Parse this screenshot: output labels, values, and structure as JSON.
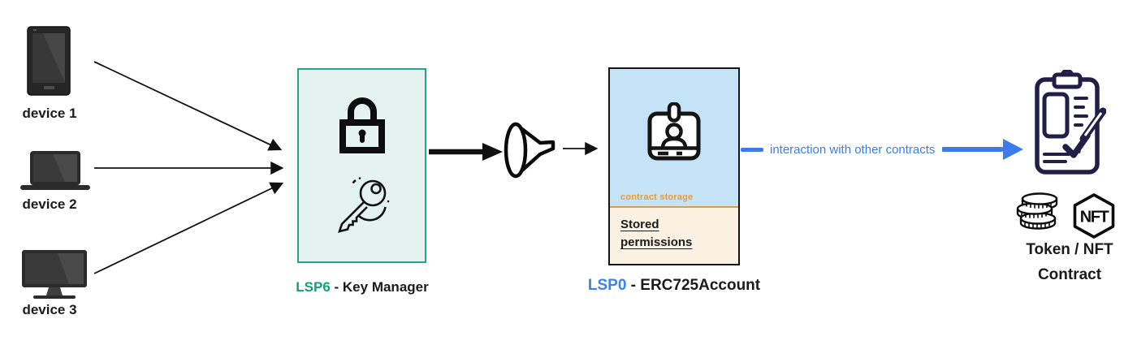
{
  "diagram": {
    "devices": [
      {
        "label": "device 1",
        "icon": "smartphone-icon"
      },
      {
        "label": "device 2",
        "icon": "laptop-icon"
      },
      {
        "label": "device 3",
        "icon": "monitor-icon"
      }
    ],
    "lsp6": {
      "code": "LSP6",
      "rest": " - Key Manager"
    },
    "lsp0": {
      "code": "LSP0",
      "rest": " - ERC725Account",
      "storage_tag": "contract storage",
      "permissions": "Stored permissions"
    },
    "interaction_label": "interaction with other contracts",
    "token": {
      "line1": "Token / NFT",
      "line2": "Contract",
      "nft_glyph": "NFT"
    },
    "colors": {
      "teal_border": "#2aa189",
      "teal_fill": "#e4f3ef",
      "lsp6_code": "#12a07a",
      "lsp0_code": "#3b82f6",
      "blue_fill": "#c5e3f7",
      "cream_fill": "#faf1e2",
      "orange_accent": "#ef9a2f",
      "interaction_blue": "#3d7ce8",
      "icon_navy": "#221e45"
    }
  }
}
